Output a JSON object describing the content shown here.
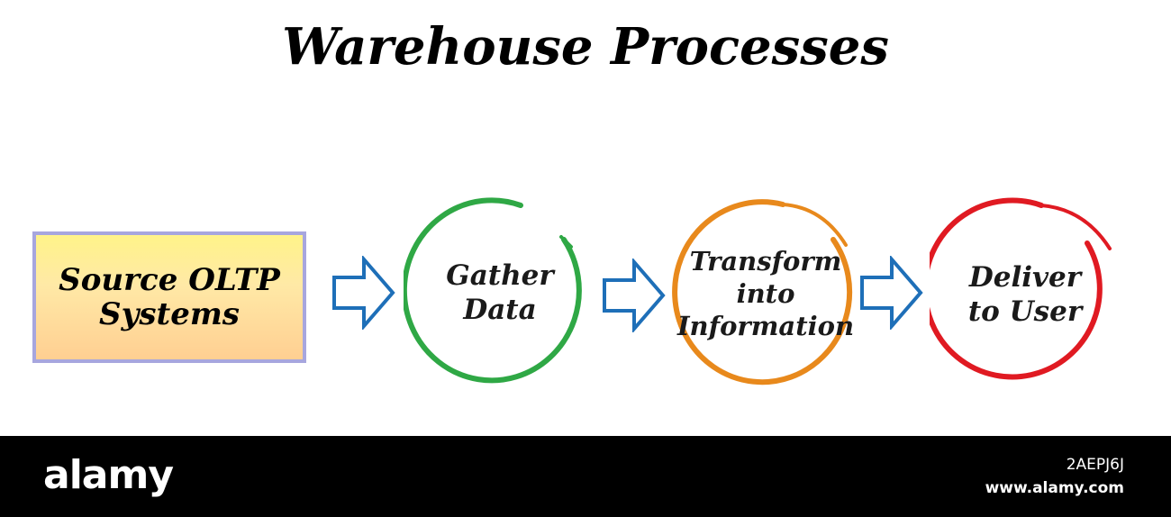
{
  "title": "Warehouse Processes",
  "source": {
    "lines": [
      "Source OLTP",
      "Systems"
    ]
  },
  "steps": [
    {
      "lines": [
        "Gather",
        "Data"
      ],
      "color": "#2fa845"
    },
    {
      "lines": [
        "Transform",
        "into",
        "Information"
      ],
      "color": "#e8891c"
    },
    {
      "lines": [
        "Deliver",
        "to User"
      ],
      "color": "#e01a22"
    }
  ],
  "arrow_color": "#1e6fb8",
  "footer": {
    "logo": "alamy",
    "image_id": "2AEPJ6J",
    "site": "www.alamy.com"
  }
}
